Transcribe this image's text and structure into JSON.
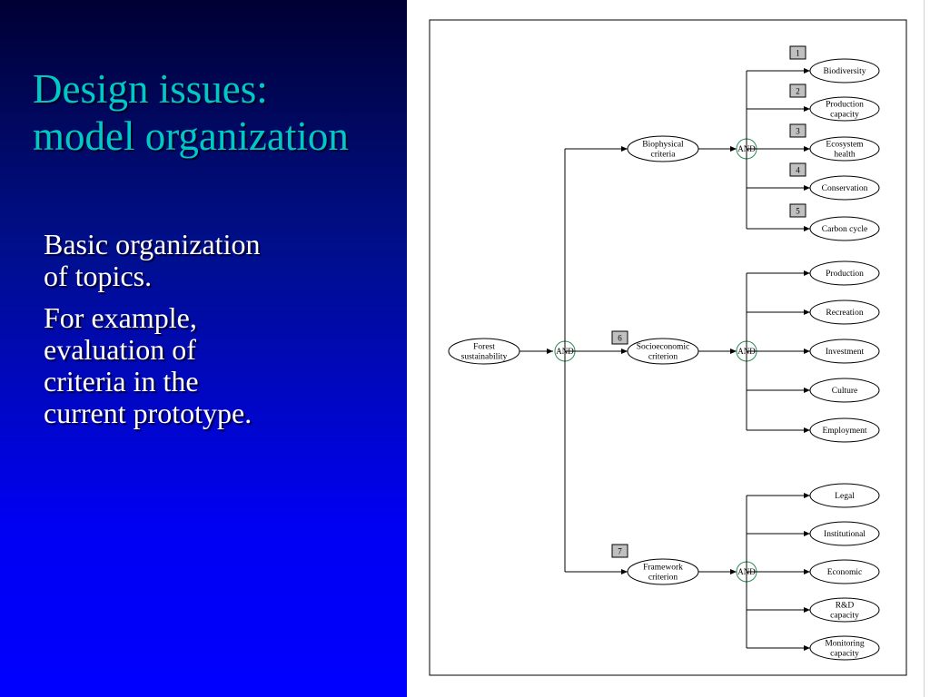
{
  "slide": {
    "title_line1": "Design issues:",
    "title_line2": "model organization",
    "bullet1_line1": "Basic organization",
    "bullet1_line2": "of topics.",
    "bullet2_line1": "For example,",
    "bullet2_line2": "evaluation of",
    "bullet2_line3": "criteria in the",
    "bullet2_line4": "current prototype."
  },
  "diagram": {
    "root": [
      "Forest",
      "sustainability"
    ],
    "and_label": "AND",
    "criteria": [
      {
        "label": [
          "Biophysical",
          "criteria"
        ],
        "badge": "",
        "children": [
          {
            "label": [
              "Biodiversity"
            ],
            "badge": "1"
          },
          {
            "label": [
              "Production",
              "capacity"
            ],
            "badge": "2"
          },
          {
            "label": [
              "Ecosystem",
              "health"
            ],
            "badge": "3"
          },
          {
            "label": [
              "Conservation"
            ],
            "badge": "4"
          },
          {
            "label": [
              "Carbon cycle"
            ],
            "badge": "5"
          }
        ]
      },
      {
        "label": [
          "Socioeconomic",
          "criterion"
        ],
        "badge": "6",
        "children": [
          {
            "label": [
              "Production"
            ],
            "badge": ""
          },
          {
            "label": [
              "Recreation"
            ],
            "badge": ""
          },
          {
            "label": [
              "Investment"
            ],
            "badge": ""
          },
          {
            "label": [
              "Culture"
            ],
            "badge": ""
          },
          {
            "label": [
              "Employment"
            ],
            "badge": ""
          }
        ]
      },
      {
        "label": [
          "Framework",
          "criterion"
        ],
        "badge": "7",
        "children": [
          {
            "label": [
              "Legal"
            ],
            "badge": ""
          },
          {
            "label": [
              "Institutional"
            ],
            "badge": ""
          },
          {
            "label": [
              "Economic"
            ],
            "badge": ""
          },
          {
            "label": [
              "R&D",
              "capacity"
            ],
            "badge": ""
          },
          {
            "label": [
              "Monitoring",
              "capacity"
            ],
            "badge": ""
          }
        ]
      }
    ]
  }
}
